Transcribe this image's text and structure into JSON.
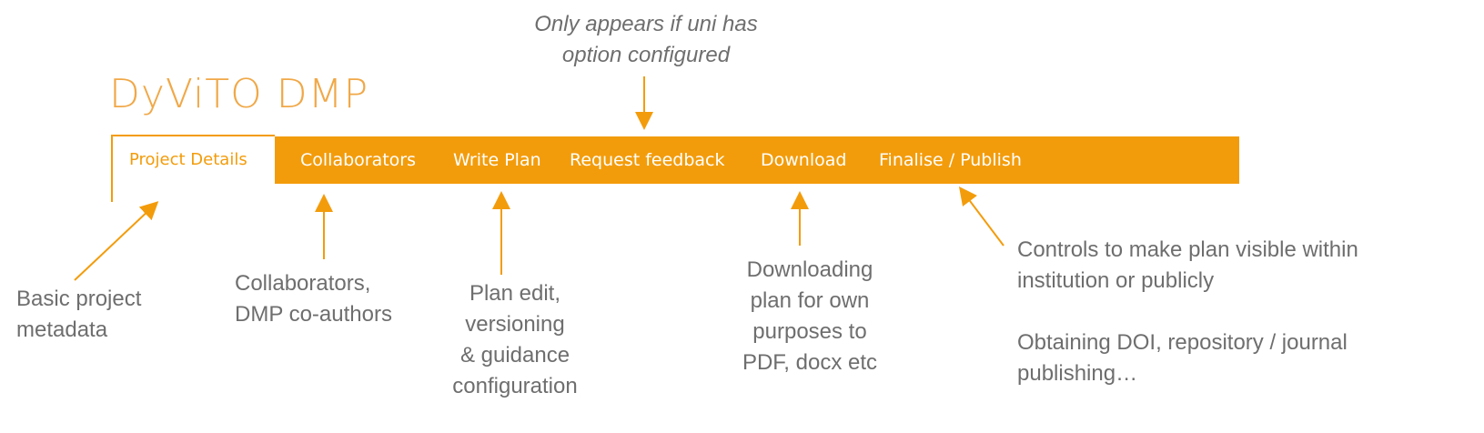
{
  "top_note": {
    "line1": "Only appears if uni has",
    "line2": "option configured"
  },
  "app_title": "DyViTO DMP",
  "tabs": [
    {
      "label": "Project Details",
      "active": true
    },
    {
      "label": "Collaborators"
    },
    {
      "label": "Write Plan"
    },
    {
      "label": "Request feedback"
    },
    {
      "label": "Download"
    },
    {
      "label": "Finalise / Publish"
    }
  ],
  "annotations": {
    "project": {
      "line1": "Basic project",
      "line2": "metadata"
    },
    "collab": {
      "line1": "Collaborators,",
      "line2": "DMP co-authors"
    },
    "write": {
      "line1": "Plan edit,",
      "line2": "versioning",
      "line3": "& guidance",
      "line4": "configuration"
    },
    "download": {
      "line1": "Downloading",
      "line2": "plan for own",
      "line3": "purposes to",
      "line4": "PDF, docx etc"
    },
    "publish": {
      "line1": "Controls to make plan visible within",
      "line2": "institution or publicly",
      "line3": "Obtaining DOI, repository / journal",
      "line4": "publishing…"
    }
  },
  "colors": {
    "accent": "#f39c0b",
    "note": "#6e6e6e"
  }
}
